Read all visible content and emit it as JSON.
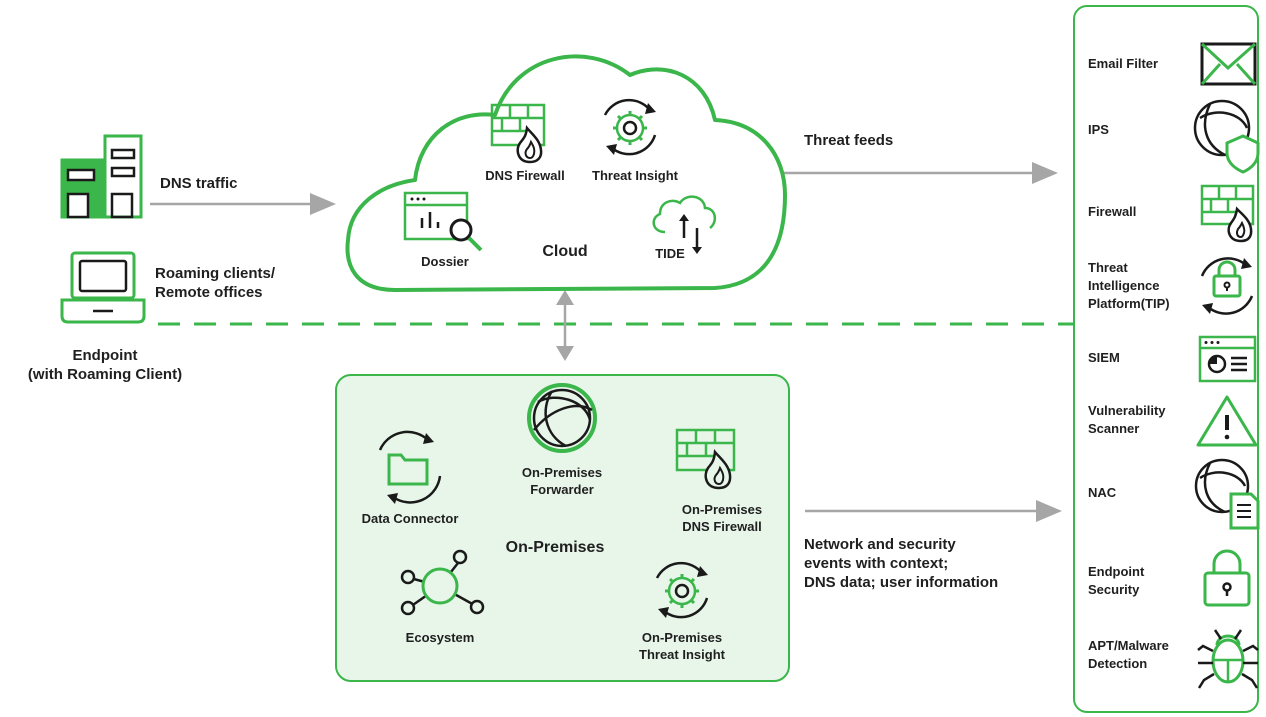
{
  "colors": {
    "accent": "#3ab64a",
    "panel_fill": "#e8f6ea",
    "arrow": "#a6a6a6",
    "icon_dark": "#1a1a1a"
  },
  "left": {
    "dns_traffic": "DNS traffic",
    "roaming_line1": "Roaming clients/",
    "roaming_line2": "Remote offices",
    "endpoint_line1": "Endpoint",
    "endpoint_line2": "(with Roaming Client)"
  },
  "cloud": {
    "title": "Cloud",
    "dns_firewall": "DNS Firewall",
    "threat_insight": "Threat Insight",
    "dossier": "Dossier",
    "tide": "TIDE"
  },
  "threat_feeds": "Threat feeds",
  "onprem": {
    "title": "On-Premises",
    "data_connector": "Data Connector",
    "forwarder_line1": "On-Premises",
    "forwarder_line2": "Forwarder",
    "dns_firewall_line1": "On-Premises",
    "dns_firewall_line2": "DNS Firewall",
    "ecosystem": "Ecosystem",
    "threat_insight_line1": "On-Premises",
    "threat_insight_line2": "Threat Insight"
  },
  "events": {
    "line1": "Network and security",
    "line2": "events with context;",
    "line3": "DNS data; user information"
  },
  "security_tools": [
    {
      "line1": "Email Filter",
      "icon": "envelope-icon"
    },
    {
      "line1": "IPS",
      "icon": "globe-shield-icon"
    },
    {
      "line1": "Firewall",
      "icon": "firewall-flame-icon"
    },
    {
      "line1": "Threat",
      "line2": "Intelligence",
      "line3": "Platform(TIP)",
      "icon": "lock-cycle-icon"
    },
    {
      "line1": "SIEM",
      "icon": "dashboard-window-icon"
    },
    {
      "line1": "Vulnerability",
      "line2": "Scanner",
      "icon": "warning-icon"
    },
    {
      "line1": "NAC",
      "icon": "globe-document-icon"
    },
    {
      "line1": "Endpoint",
      "line2": "Security",
      "icon": "padlock-icon"
    },
    {
      "line1": "APT/Malware",
      "line2": "Detection",
      "icon": "bug-icon"
    }
  ]
}
